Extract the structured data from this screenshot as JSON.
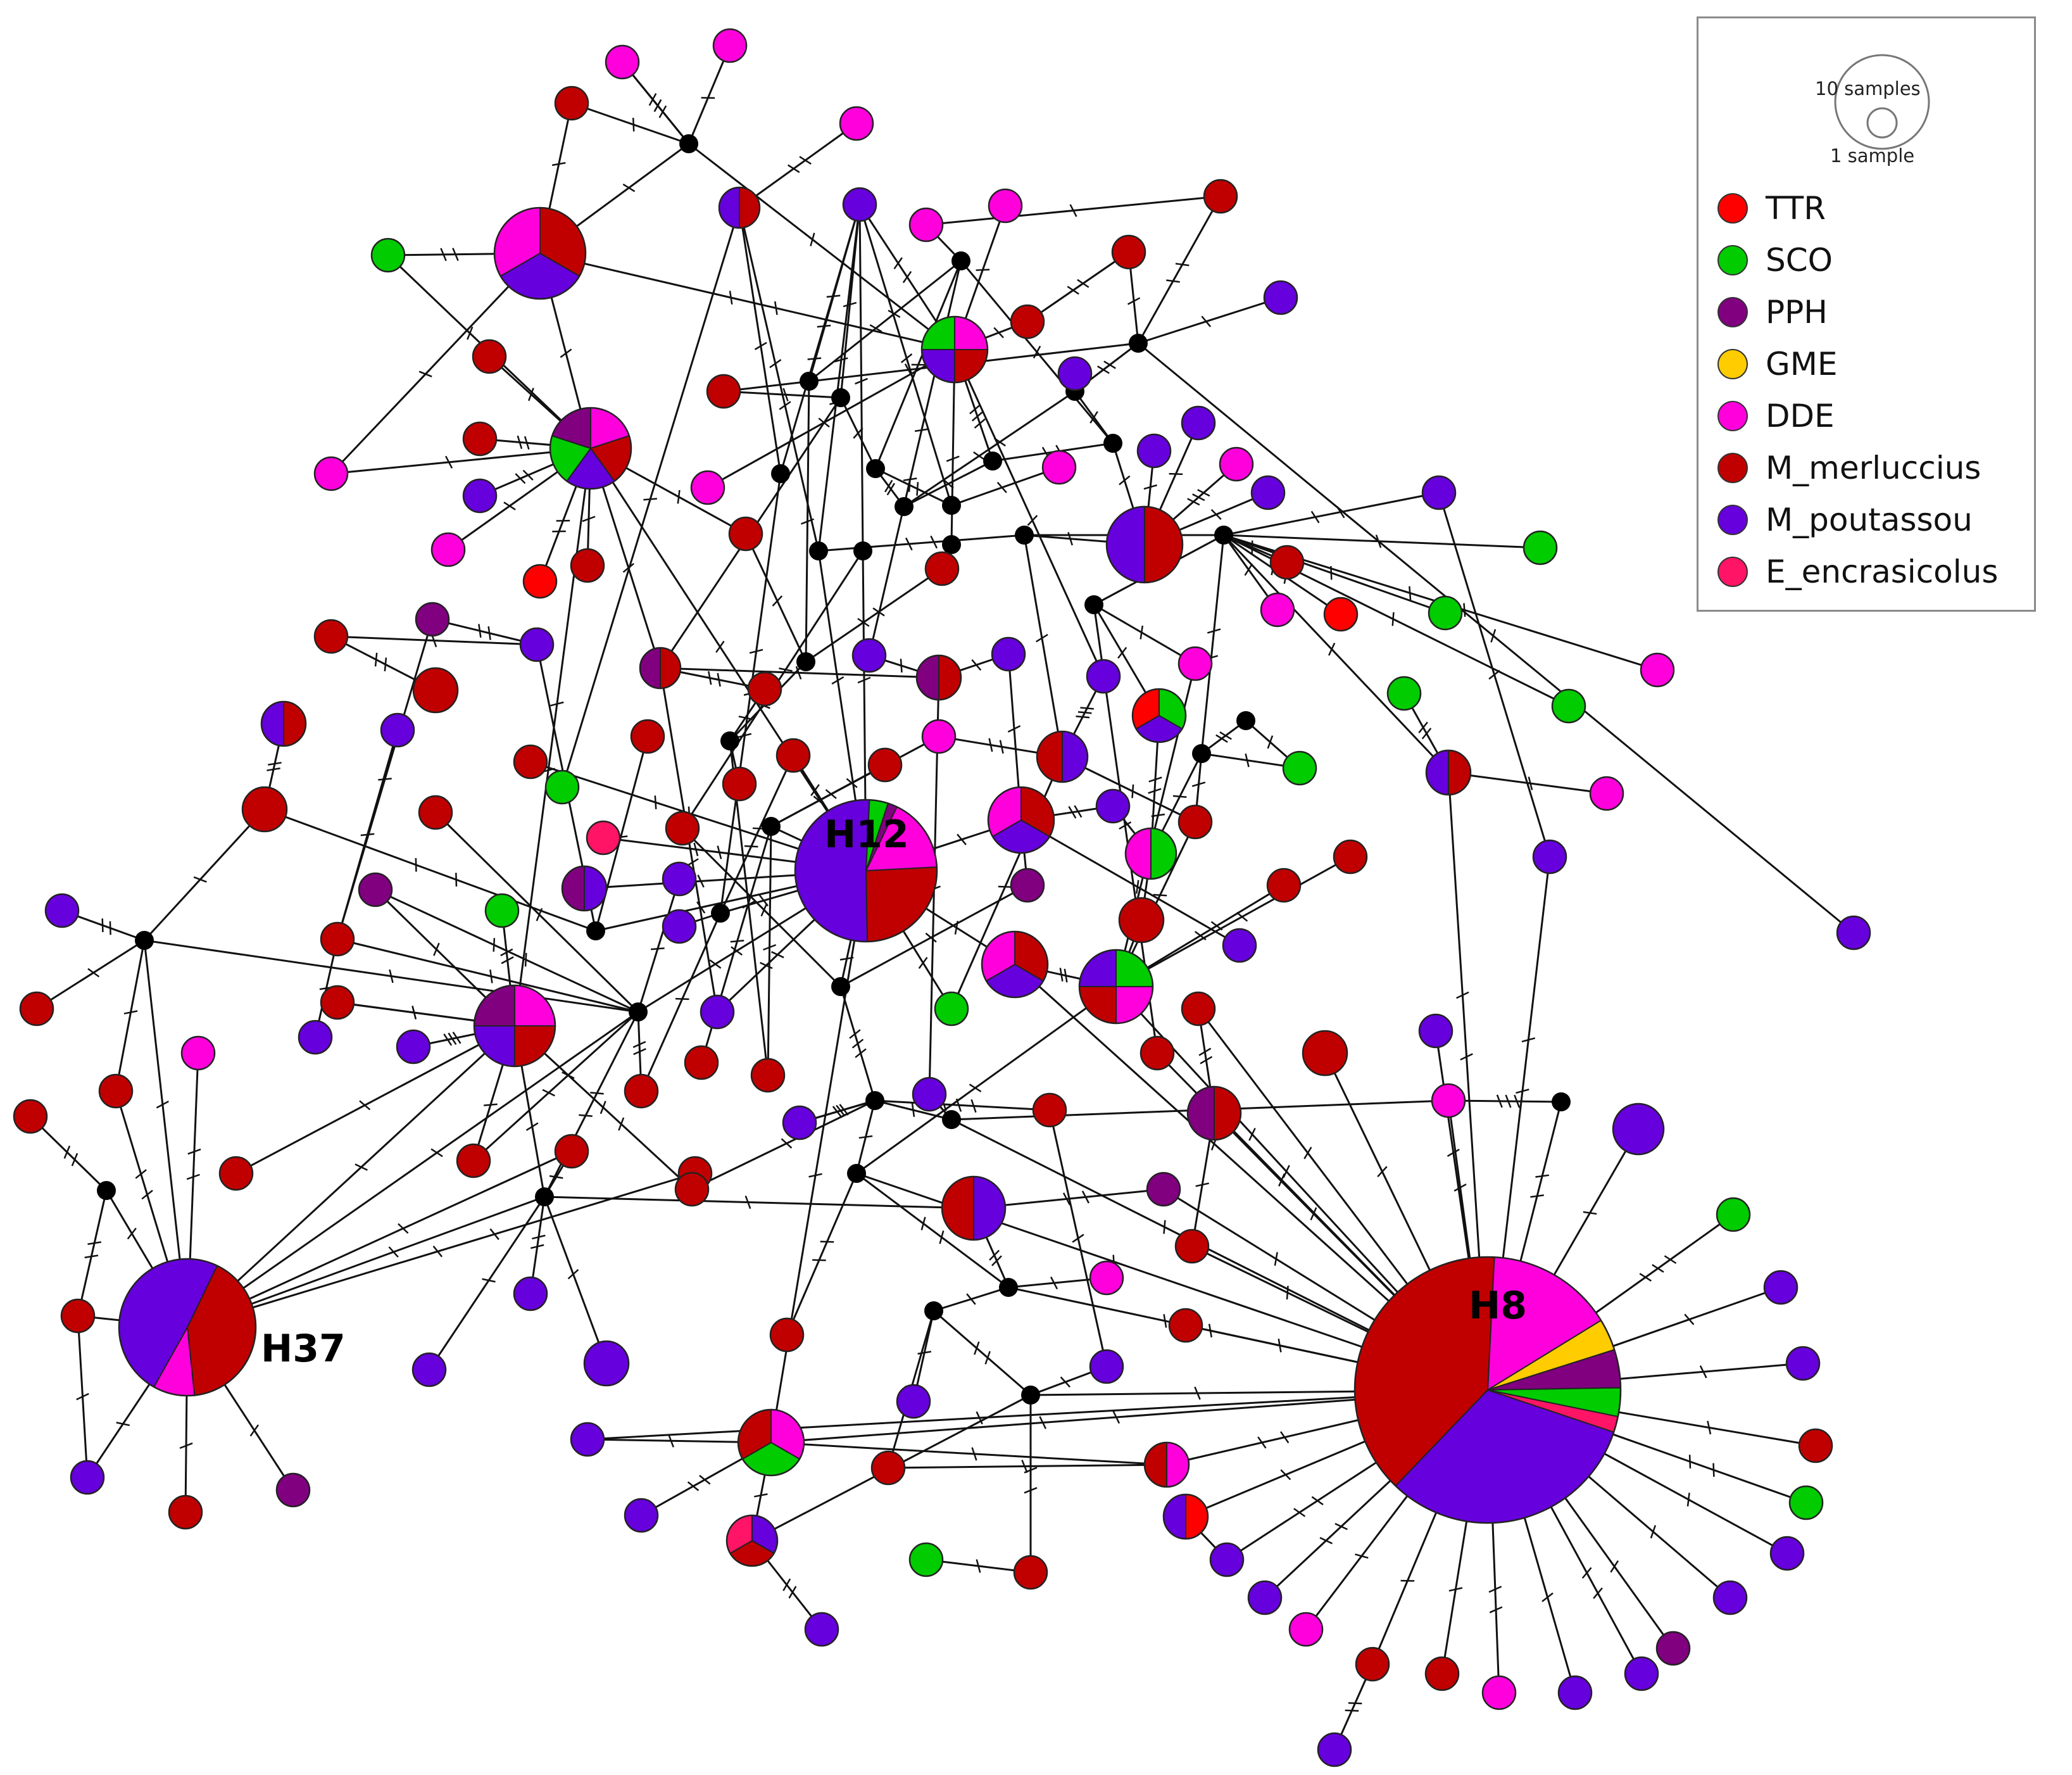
{
  "colors": {
    "TTR": "#ff0000",
    "SCO": "#00cc00",
    "PPH": "#800080",
    "GME": "#ffcc00",
    "DDE": "#ff00dd",
    "M_merluccius": "#c00000",
    "M_poutassou": "#6600dd",
    "E_encrasicolus": "#ff1466",
    "median": "#000000"
  },
  "legend": {
    "size_large_label": "10 samples",
    "size_small_label": "1 sample",
    "items": [
      {
        "label": "TTR",
        "key": "TTR"
      },
      {
        "label": "SCO",
        "key": "SCO"
      },
      {
        "label": "PPH",
        "key": "PPH"
      },
      {
        "label": "GME",
        "key": "GME"
      },
      {
        "label": "DDE",
        "key": "DDE"
      },
      {
        "label": "M_merluccius",
        "key": "M_merluccius"
      },
      {
        "label": "M_poutassou",
        "key": "M_poutassou"
      },
      {
        "label": "E_encrasicolus",
        "key": "E_encrasicolus"
      }
    ]
  },
  "haplotype_labels": {
    "H8": "H8",
    "H12": "H12",
    "H37": "H37"
  },
  "major_haplotypes": [
    {
      "id": "H8",
      "counts": {
        "DDE": 4,
        "GME": 1,
        "PPH": 1.2,
        "SCO": 0.9,
        "E_encrasicolus": 0.5,
        "M_poutassou": 8.3,
        "M_merluccius": 10
      }
    },
    {
      "id": "H12",
      "counts": {
        "DDE": 2,
        "M_merluccius": 3,
        "M_poutassou": 6,
        "SCO": 0.5,
        "PPH": 0.25
      }
    },
    {
      "id": "H37",
      "counts": {
        "M_merluccius": 4.2,
        "DDE": 1,
        "M_poutassou": 5
      }
    }
  ]
}
